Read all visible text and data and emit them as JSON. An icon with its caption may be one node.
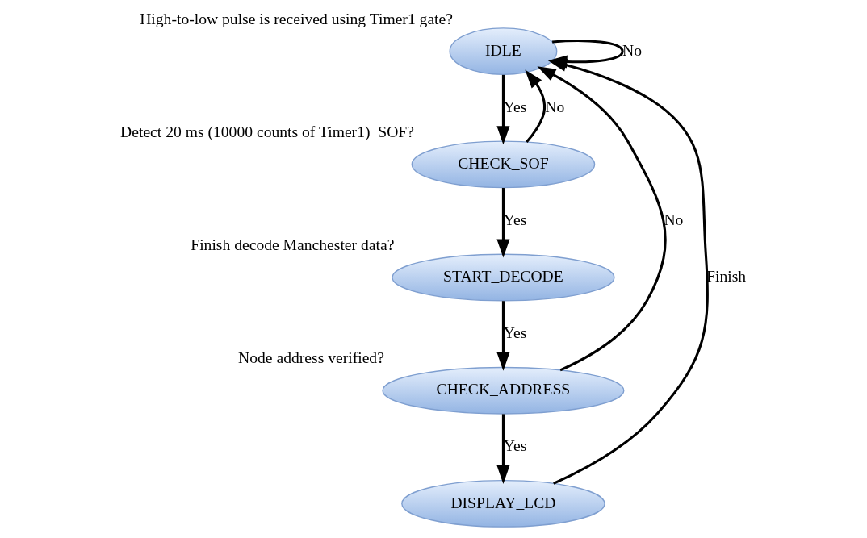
{
  "diagram": {
    "nodes": [
      {
        "text": [
          "IDLE"
        ],
        "beside": [
          "High-to-low pulse is received using Timer1 gate?"
        ]
      },
      {
        "text": [
          "CHECK_SOF"
        ],
        "beside": [
          "Detect 20 ms (10000 counts of Timer1)  SOF?"
        ]
      },
      {
        "text": [
          "START_DECODE"
        ],
        "beside": [
          "Finish decode Manchester data?"
        ]
      },
      {
        "text": [
          "CHECK_ADDRESS"
        ],
        "beside": [
          "Node address verified?"
        ]
      },
      {
        "text": [
          "DISPLAY_LCD"
        ]
      }
    ],
    "edges": [
      {
        "from": 0,
        "to": 0,
        "arrow": "to",
        "label": "No"
      },
      {
        "from": 0,
        "to": 1,
        "arrow": "to",
        "label": "Yes"
      },
      {
        "from": 1,
        "to": 0,
        "arrow": "to",
        "label": "No"
      },
      {
        "from": 1,
        "to": 2,
        "arrow": "to",
        "label": "Yes"
      },
      {
        "from": 2,
        "to": 3,
        "arrow": "to",
        "label": "Yes"
      },
      {
        "from": 3,
        "to": 0,
        "arrow": "to",
        "label": "No"
      },
      {
        "from": 3,
        "to": 4,
        "arrow": "to",
        "label": "Yes"
      },
      {
        "from": 4,
        "to": 0,
        "arrow": "to",
        "label": "Finish"
      }
    ]
  }
}
